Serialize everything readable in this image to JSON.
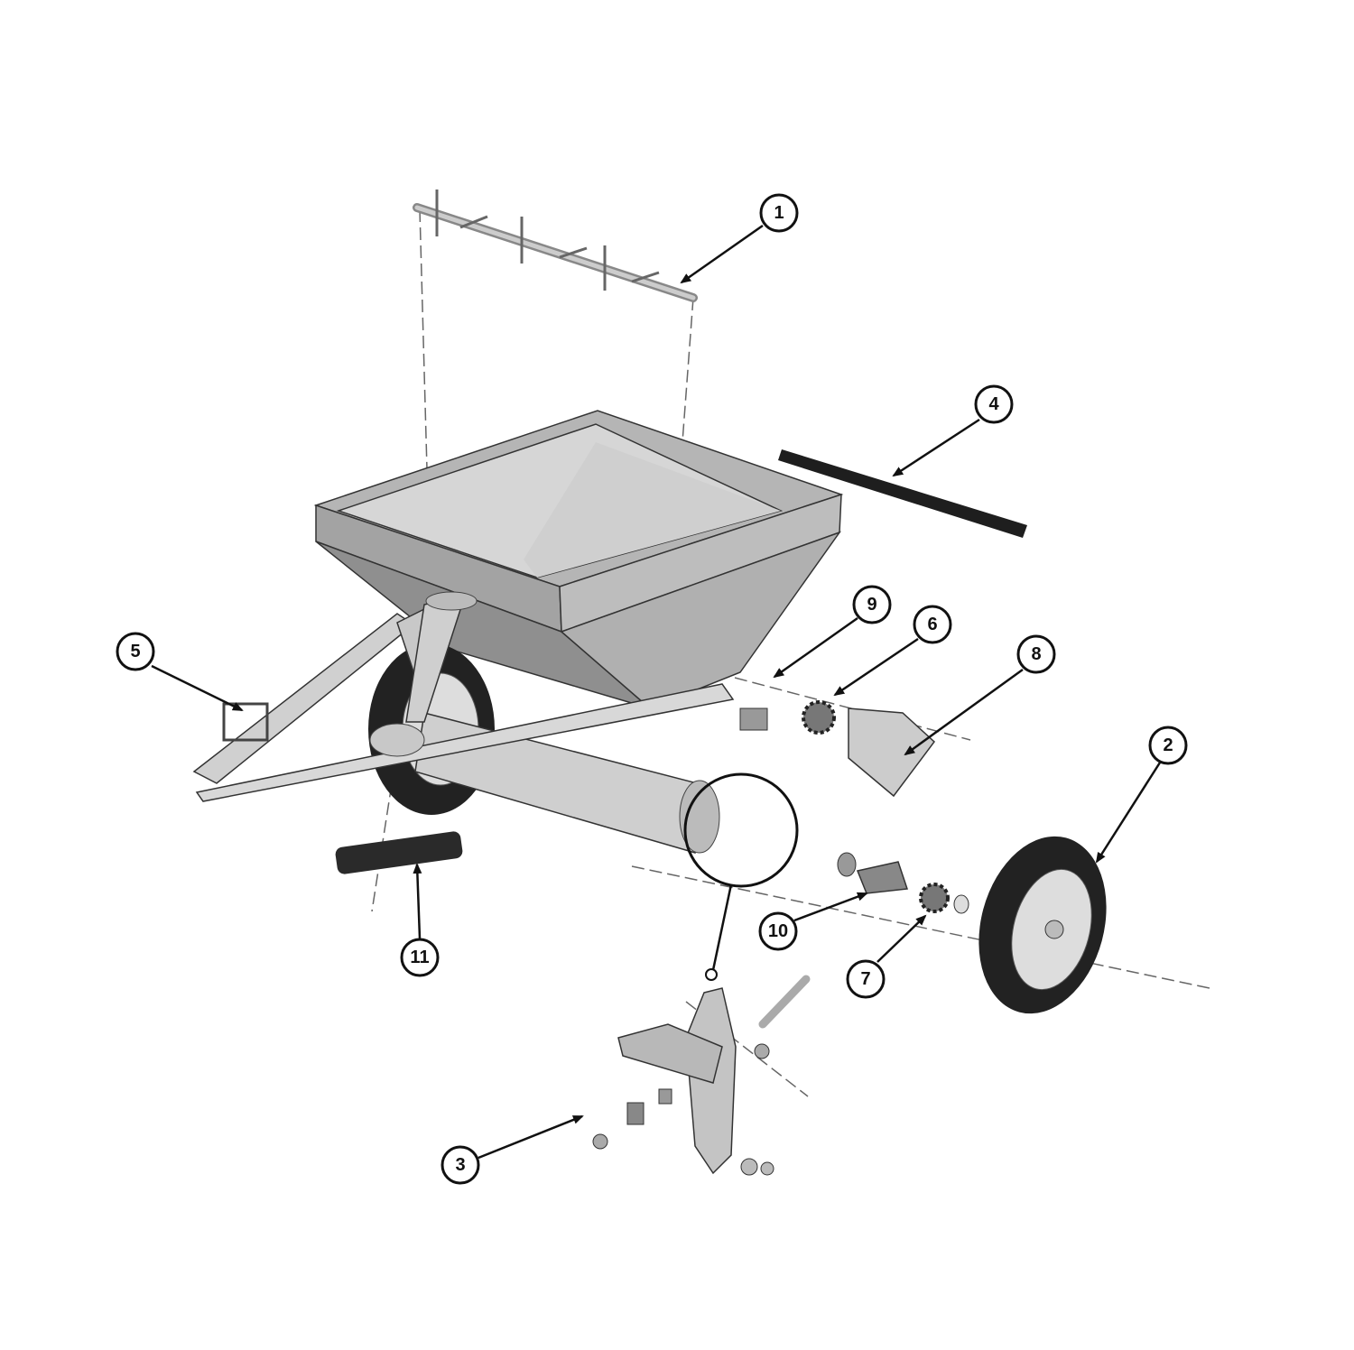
{
  "diagram": {
    "type": "exploded-parts-view",
    "callouts": [
      {
        "label": "1"
      },
      {
        "label": "2"
      },
      {
        "label": "3"
      },
      {
        "label": "4"
      },
      {
        "label": "5"
      },
      {
        "label": "6"
      },
      {
        "label": "7"
      },
      {
        "label": "8"
      },
      {
        "label": "9"
      },
      {
        "label": "10"
      },
      {
        "label": "11"
      }
    ],
    "colors": {
      "line": "#111111",
      "part_fill": "#c8c8c8",
      "dark_part": "#2a2a2a",
      "background": "#ffffff"
    }
  }
}
